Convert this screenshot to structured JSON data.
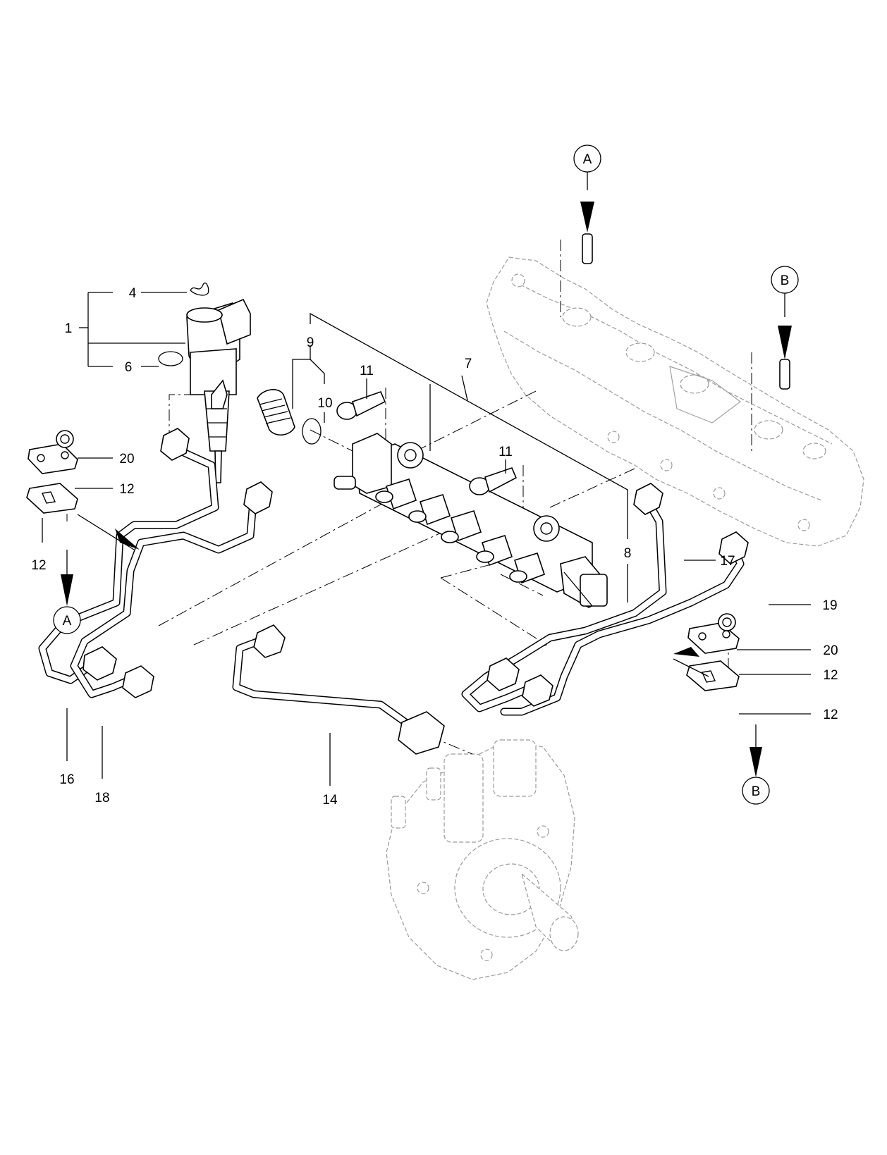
{
  "callouts": {
    "c1": "1",
    "c4": "4",
    "c6": "6",
    "c7": "7",
    "c8": "8",
    "c9": "9",
    "c10": "10",
    "c11a": "11",
    "c11b": "11",
    "c12a": "12",
    "c12b": "12",
    "c12c": "12",
    "c12d": "12",
    "c14": "14",
    "c16": "16",
    "c17": "17",
    "c18": "18",
    "c19": "19",
    "c20a": "20",
    "c20b": "20"
  },
  "refs": {
    "a_top": "A",
    "a_left": "A",
    "b_top": "B",
    "b_right": "B"
  }
}
